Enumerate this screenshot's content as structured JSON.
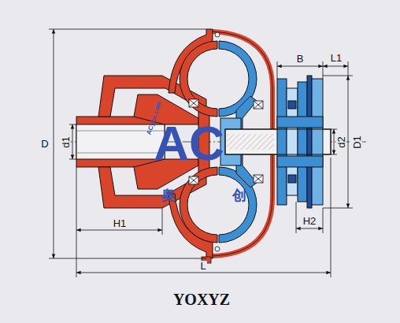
{
  "diagram": {
    "title": "YOXYZ",
    "labels": [
      "D",
      "d1",
      "H1",
      "L",
      "B",
      "L1",
      "d2",
      "D1",
      "H2",
      "AC",
      "ACyox.com",
      "奥",
      "创"
    ]
  }
}
